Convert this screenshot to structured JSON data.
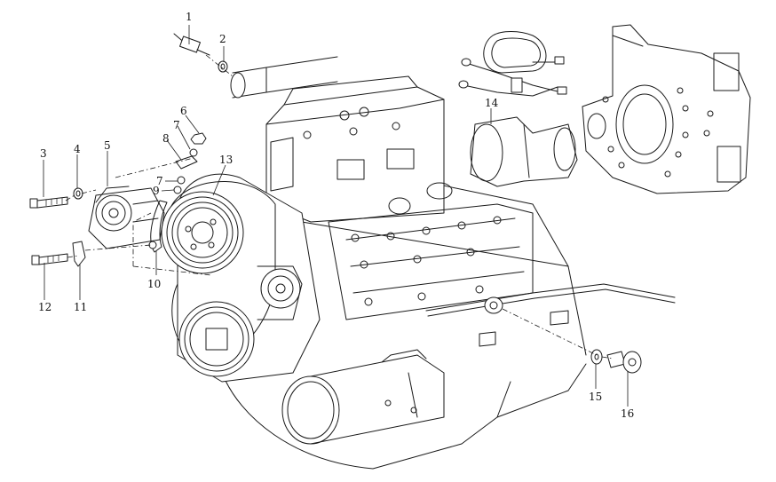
{
  "callouts": [
    {
      "id": "c1",
      "label": "1"
    },
    {
      "id": "c2",
      "label": "2"
    },
    {
      "id": "c3",
      "label": "3"
    },
    {
      "id": "c4",
      "label": "4"
    },
    {
      "id": "c5",
      "label": "5"
    },
    {
      "id": "c6",
      "label": "6"
    },
    {
      "id": "c7a",
      "label": "7"
    },
    {
      "id": "c7b",
      "label": "7"
    },
    {
      "id": "c8",
      "label": "8"
    },
    {
      "id": "c9",
      "label": "9"
    },
    {
      "id": "c10",
      "label": "10"
    },
    {
      "id": "c11",
      "label": "11"
    },
    {
      "id": "c12",
      "label": "12"
    },
    {
      "id": "c13",
      "label": "13"
    },
    {
      "id": "c14",
      "label": "14"
    },
    {
      "id": "c15",
      "label": "15"
    },
    {
      "id": "c16",
      "label": "16"
    }
  ]
}
